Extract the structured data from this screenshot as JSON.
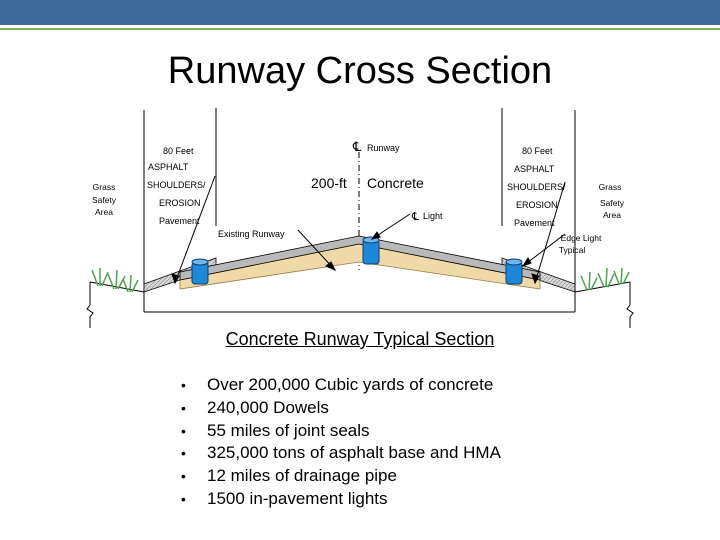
{
  "slide": {
    "title": "Runway Cross Section",
    "colors": {
      "top_bar": "#3d6a9a",
      "top_line": "#7fae4f",
      "base_layer": "#f0d9a8",
      "grass": "#4fa34f",
      "light_blue": "#1e88d8"
    }
  },
  "diagram": {
    "left_width": "80 Feet",
    "right_width": "80 Feet",
    "centerline_runway": "Runway",
    "left_asphalt": "ASPHALT",
    "right_asphalt": "ASPHALT",
    "left_shoulders": "SHOULDERS/",
    "right_shoulders": "SHOULDERS/",
    "left_erosion": "EROSION",
    "right_erosion": "EROSION",
    "left_pavement": "Pavement",
    "right_pavement": "Pavement",
    "center_width": "200-ft",
    "center_material": "Concrete",
    "centerline_light": "Light",
    "existing_runway": "Existing Runway",
    "left_grass": [
      "Grass",
      "Safety",
      "Area"
    ],
    "right_grass": "Grass",
    "right_safety": [
      "Safety",
      "Area"
    ],
    "edge_light": [
      "Edge Light",
      "Typical"
    ],
    "centerline_symbol": "℄"
  },
  "caption": "Concrete Runway Typical Section",
  "bullets": [
    "Over 200,000 Cubic yards of concrete",
    "240,000 Dowels",
    "55 miles of joint seals",
    "325,000 tons of asphalt base and HMA",
    "12 miles of drainage pipe",
    "1500 in-pavement lights"
  ],
  "bullet_symbol": "•"
}
